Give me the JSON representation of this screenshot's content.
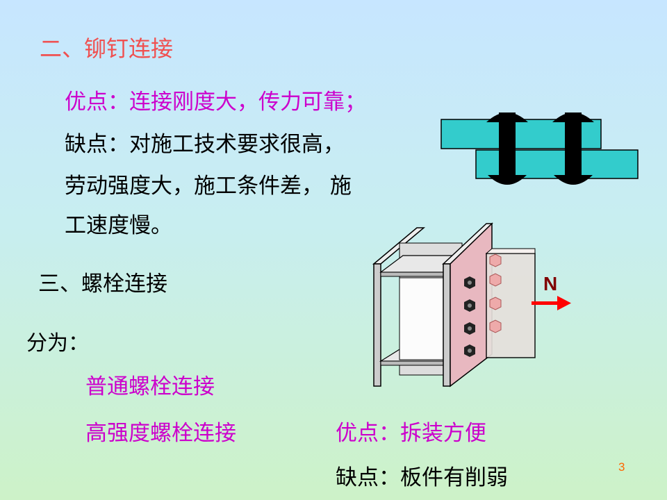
{
  "rivet": {
    "heading": "二、铆钉连接",
    "pros": "优点：连接刚度大，传力可靠；",
    "cons_lines": [
      "缺点：对施工技术要求很高，",
      "劳动强度大，施工条件差， 施",
      "工速度慢。"
    ]
  },
  "bolt": {
    "heading": "三、螺栓连接",
    "divide_label": "分为：",
    "types": [
      "普通螺栓连接",
      "高强度螺栓连接"
    ],
    "pros": "优点：拆装方便",
    "cons": "缺点：板件有削弱"
  },
  "figure": {
    "force_label": "N"
  },
  "page_number": "3"
}
